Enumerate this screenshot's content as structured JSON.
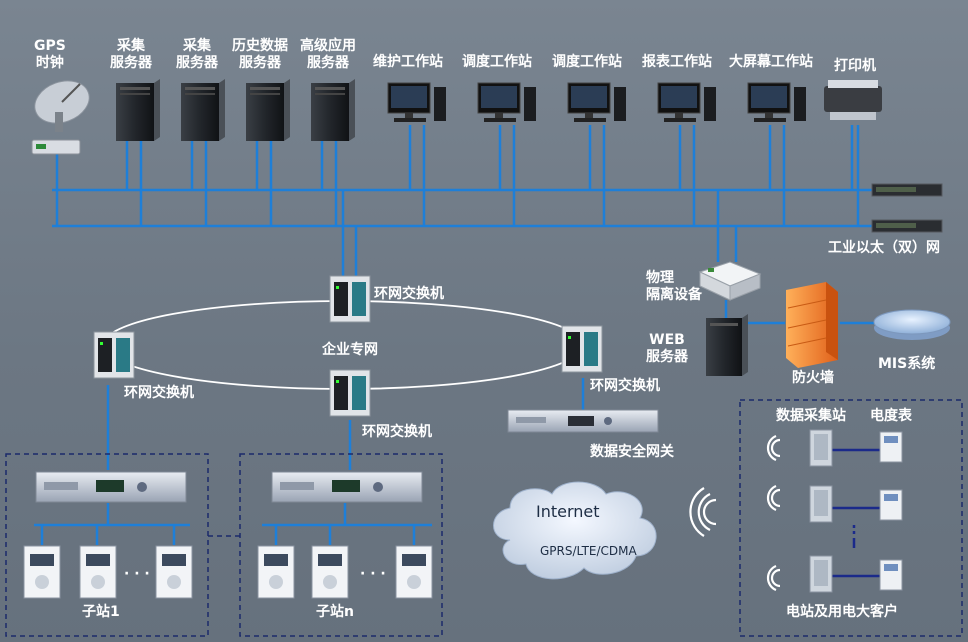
{
  "top_devices": {
    "gps_clock": "GPS\n时钟",
    "collect_server_1": "采集\n服务器",
    "collect_server_2": "采集\n服务器",
    "history_server": "历史数据\n服务器",
    "advanced_server": "高级应用\n服务器",
    "maintenance_ws": "维护工作站",
    "dispatch_ws_1": "调度工作站",
    "dispatch_ws_2": "调度工作站",
    "report_ws": "报表工作站",
    "bigscreen_ws": "大屏幕工作站",
    "printer": "打印机"
  },
  "network": {
    "industrial_ethernet": "工业以太（双）网",
    "ring_switch_top": "环网交换机",
    "ring_switch_left": "环网交换机",
    "ring_switch_mid": "环网交换机",
    "ring_switch_right": "环网交换机",
    "enterprise_network": "企业专网",
    "physical_isolation": "物理\n隔离设备",
    "web_server": "WEB\n服务器",
    "firewall": "防火墙",
    "mis_system": "MIS系统",
    "security_gateway": "数据安全网关",
    "internet": "Internet",
    "gprs": "GPRS/LTE/CDMA"
  },
  "substations": {
    "sub1": "子站1",
    "subn": "子站n",
    "dots_1": "· · ·",
    "dots_n": "· · ·"
  },
  "customers": {
    "collector": "数据采集站",
    "meter": "电度表",
    "footer": "电站及用电大客户"
  },
  "colors": {
    "background": "#6f7a86",
    "bus_line": "#1e7fd8",
    "label": "#ffffff",
    "dashed_box": "#1b2a6b",
    "firewall": "#f07a20"
  }
}
